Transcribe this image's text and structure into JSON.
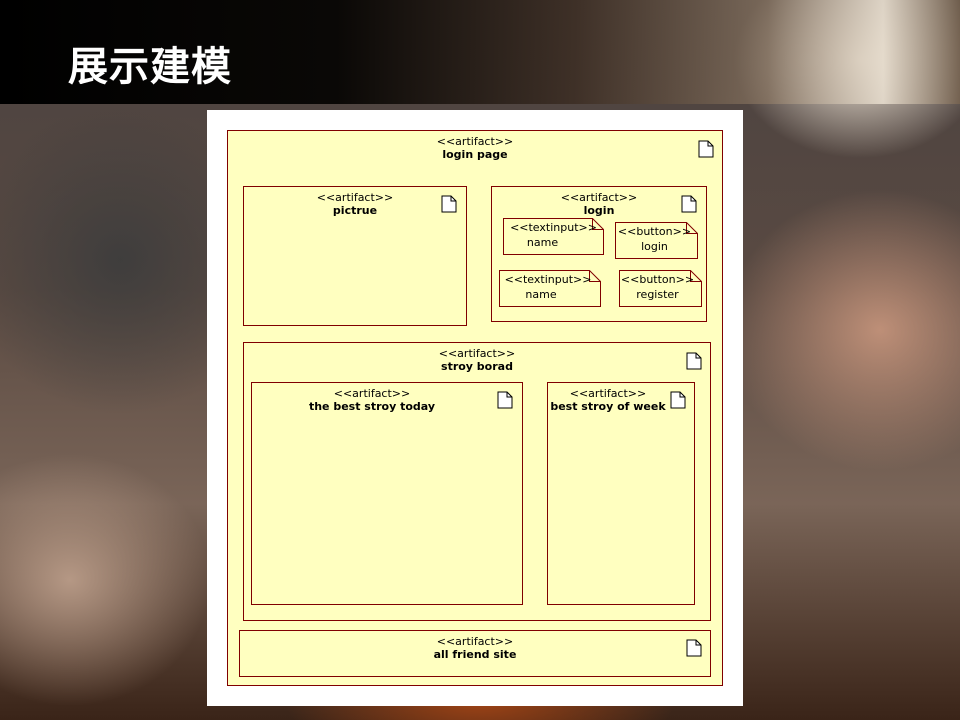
{
  "slide": {
    "title": "展示建模"
  },
  "diagram": {
    "root": {
      "stereotype": "<<artifact>>",
      "name": "login page"
    },
    "picture": {
      "stereotype": "<<artifact>>",
      "name": "pictrue"
    },
    "login": {
      "stereotype": "<<artifact>>",
      "name": "login",
      "elements": [
        {
          "stereotype": "<<textinput>>",
          "label": "name"
        },
        {
          "stereotype": "<<button>>",
          "label": "login"
        },
        {
          "stereotype": "<<textinput>>",
          "label": "name"
        },
        {
          "stereotype": "<<button>>",
          "label": "register"
        }
      ]
    },
    "story_board": {
      "stereotype": "<<artifact>>",
      "name": "stroy borad",
      "best_today": {
        "stereotype": "<<artifact>>",
        "name": "the best stroy  today"
      },
      "best_week": {
        "stereotype": "<<artifact>>",
        "name": "best stroy of  week"
      }
    },
    "friend_site": {
      "stereotype": "<<artifact>>",
      "name": "all friend site"
    }
  },
  "colors": {
    "artifact_fill": "#ffffc0",
    "artifact_border": "#800000",
    "canvas": "#ffffff"
  },
  "icons": {
    "artifact": "document-icon"
  }
}
